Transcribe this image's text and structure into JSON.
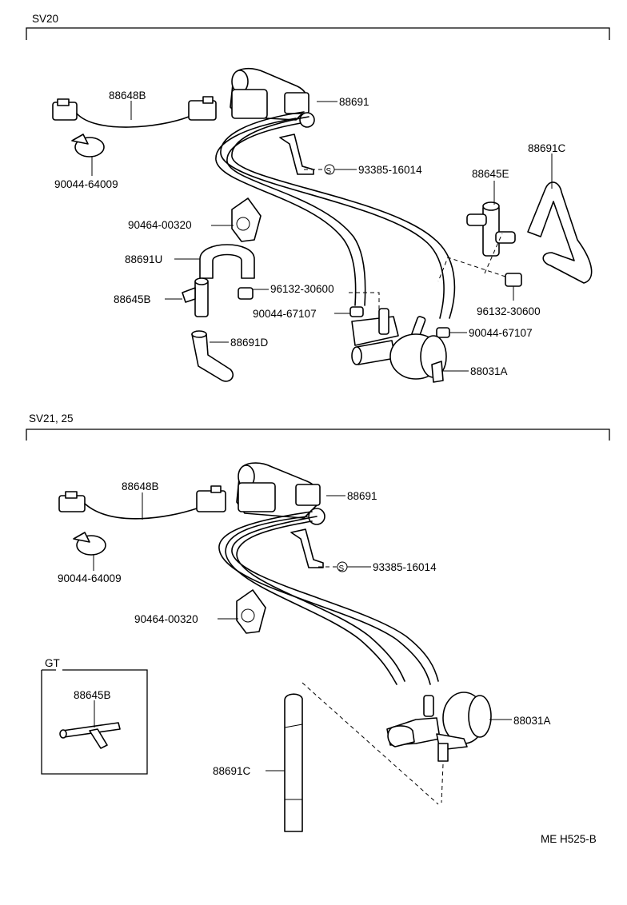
{
  "sections": {
    "top": {
      "title": "SV20"
    },
    "bottom": {
      "title": "SV21, 25"
    }
  },
  "gt_box": {
    "title": "GT",
    "part": "88645B"
  },
  "labels": {
    "t_88648B": "88648B",
    "t_88691": "88691",
    "t_90044_64009": "90044-64009",
    "t_93385_16014": "93385-16014",
    "t_88691C": "88691C",
    "t_88645E": "88645E",
    "t_90464_00320": "90464-00320",
    "t_88691U": "88691U",
    "t_96132_30600_a": "96132-30600",
    "t_96132_30600_b": "96132-30600",
    "t_88645B": "88645B",
    "t_90044_67107_a": "90044-67107",
    "t_90044_67107_b": "90044-67107",
    "t_88691D": "88691D",
    "t_88031A": "88031A",
    "b_88648B": "88648B",
    "b_88691": "88691",
    "b_90044_64009": "90044-64009",
    "b_93385_16014": "93385-16014",
    "b_90464_00320": "90464-00320",
    "b_88031A": "88031A",
    "b_88691C": "88691C",
    "s_mark_top": "S",
    "s_mark_bottom": "S"
  },
  "footer": {
    "code": "ME H525-B"
  }
}
